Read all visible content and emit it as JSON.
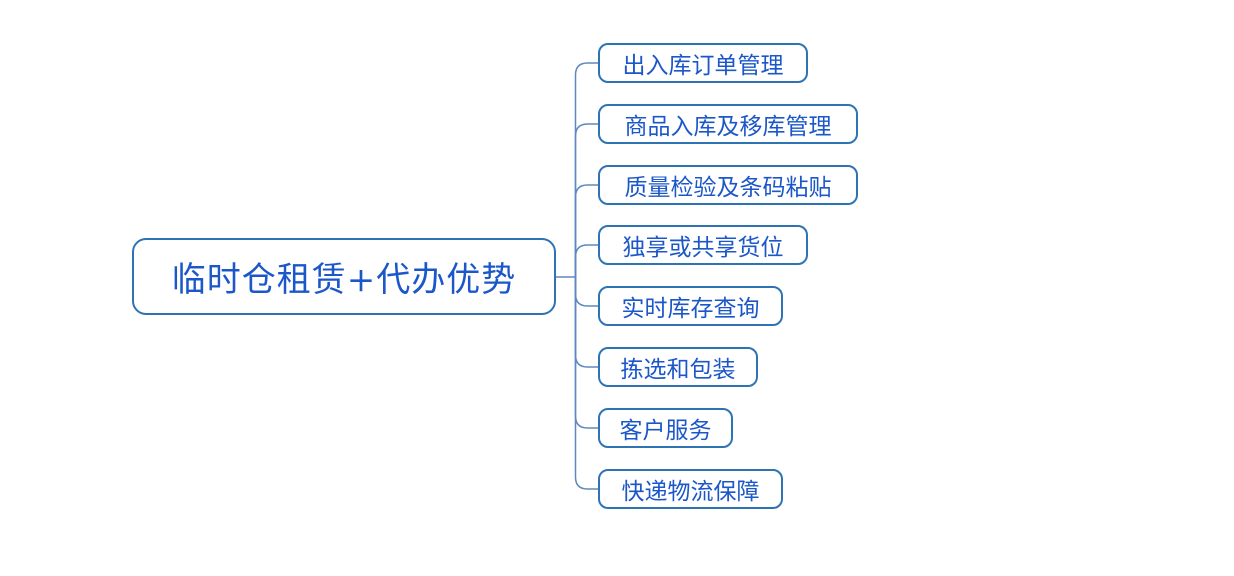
{
  "diagram": {
    "root": {
      "label": "临时仓租赁+代办优势"
    },
    "children": [
      {
        "label": "出入库订单管理"
      },
      {
        "label": "商品入库及移库管理"
      },
      {
        "label": "质量检验及条码粘贴"
      },
      {
        "label": "独享或共享货位"
      },
      {
        "label": "实时库存查询"
      },
      {
        "label": "拣选和包装"
      },
      {
        "label": "客户服务"
      },
      {
        "label": "快递物流保障"
      }
    ]
  },
  "colors": {
    "node_border": "#2E74B5",
    "node_text": "#1B57C9",
    "connector": "#5E88C0",
    "background": "#FFFFFF"
  }
}
